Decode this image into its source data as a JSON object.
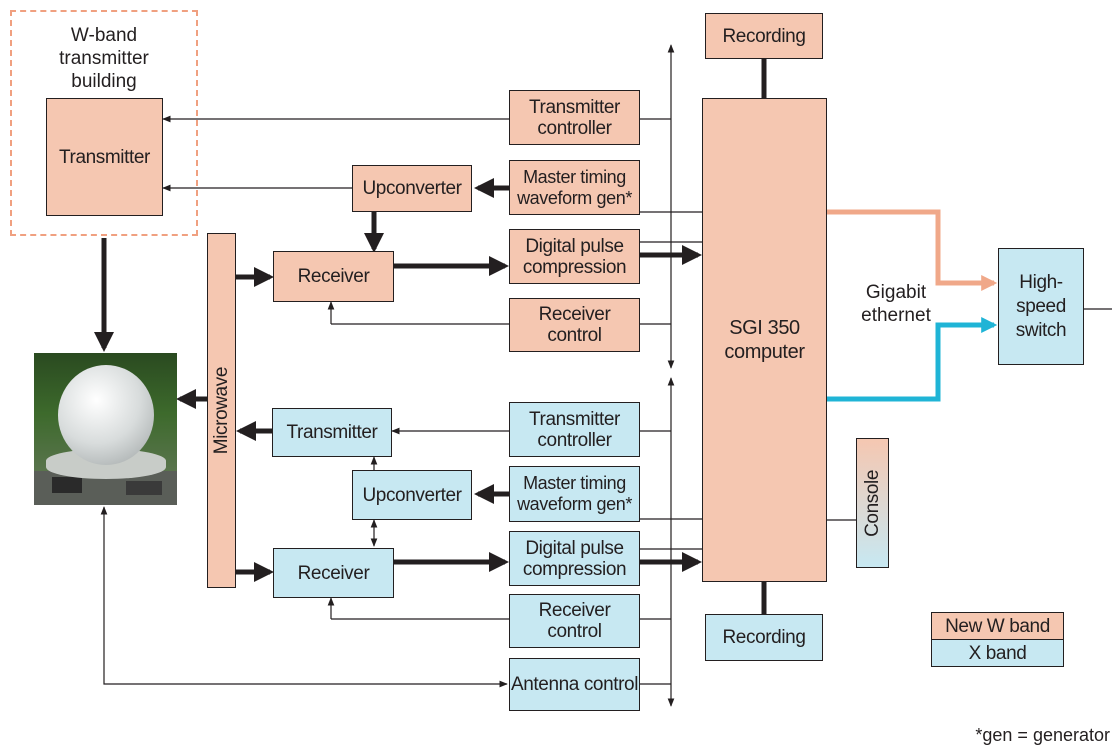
{
  "building": {
    "label": "W-band transmitter building"
  },
  "w_band": {
    "transmitter": "Transmitter",
    "upconverter": "Upconverter",
    "receiver": "Receiver",
    "transmitter_controller": "Transmitter controller",
    "master_timing": "Master timing waveform gen*",
    "digital_pulse": "Digital pulse compression",
    "receiver_control": "Receiver control",
    "recording": "Recording"
  },
  "x_band": {
    "transmitter": "Transmitter",
    "upconverter": "Upconverter",
    "receiver": "Receiver",
    "transmitter_controller": "Transmitter controller",
    "master_timing": "Master timing waveform gen*",
    "digital_pulse": "Digital pulse compression",
    "receiver_control": "Receiver control",
    "antenna_control": "Antenna control",
    "recording": "Recording"
  },
  "microwave": "Microwave",
  "computer": "SGI 350 computer",
  "console": "Console",
  "gigabit": "Gigabit ethernet",
  "switch": "High-speed switch",
  "legend": {
    "w": "New W band",
    "x": "X band"
  },
  "footnote": "*gen = generator",
  "colors": {
    "w_band": "#f5c7b1",
    "x_band": "#c7e8f2",
    "w_line": "#f0a889",
    "x_line": "#1fb4d6"
  }
}
